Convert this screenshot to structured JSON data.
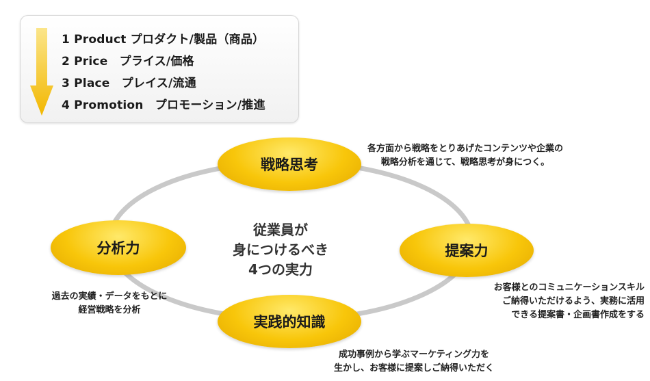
{
  "steps": [
    {
      "label": "1 Product プロダクト/製品（商品）"
    },
    {
      "label": "2 Price　プライス/価格"
    },
    {
      "label": "3 Place　プレイス/流通"
    },
    {
      "label": "4 Promotion　プロモーション/推進"
    }
  ],
  "center": {
    "line1": "従業員が",
    "line2": "身につけるべき",
    "line3": "4つの実力"
  },
  "nodes": {
    "strategy": {
      "label": "戦略思考",
      "desc1": "各方面から戦略をとりあげたコンテンツや企業の",
      "desc2": "戦略分析を通じて、戦略思考が身につく。"
    },
    "proposal": {
      "label": "提案力",
      "desc1": "お客様とのコミュニケーションスキル",
      "desc2": "ご納得いただけるよう、実務に活用",
      "desc3": "できる提案書・企画書作成をする"
    },
    "practice": {
      "label": "実践的知識",
      "desc1": "成功事例から学ぶマーケティング力を",
      "desc2": "生かし、お客様に提案しご納得いただく"
    },
    "analysis": {
      "label": "分析力",
      "desc1": "過去の実績・データをもとに",
      "desc2": "経営戦略を分析"
    }
  },
  "colors": {
    "accent": "#f8c60a",
    "accent_light": "#ffe96a",
    "ring": "#c9c9c9"
  }
}
